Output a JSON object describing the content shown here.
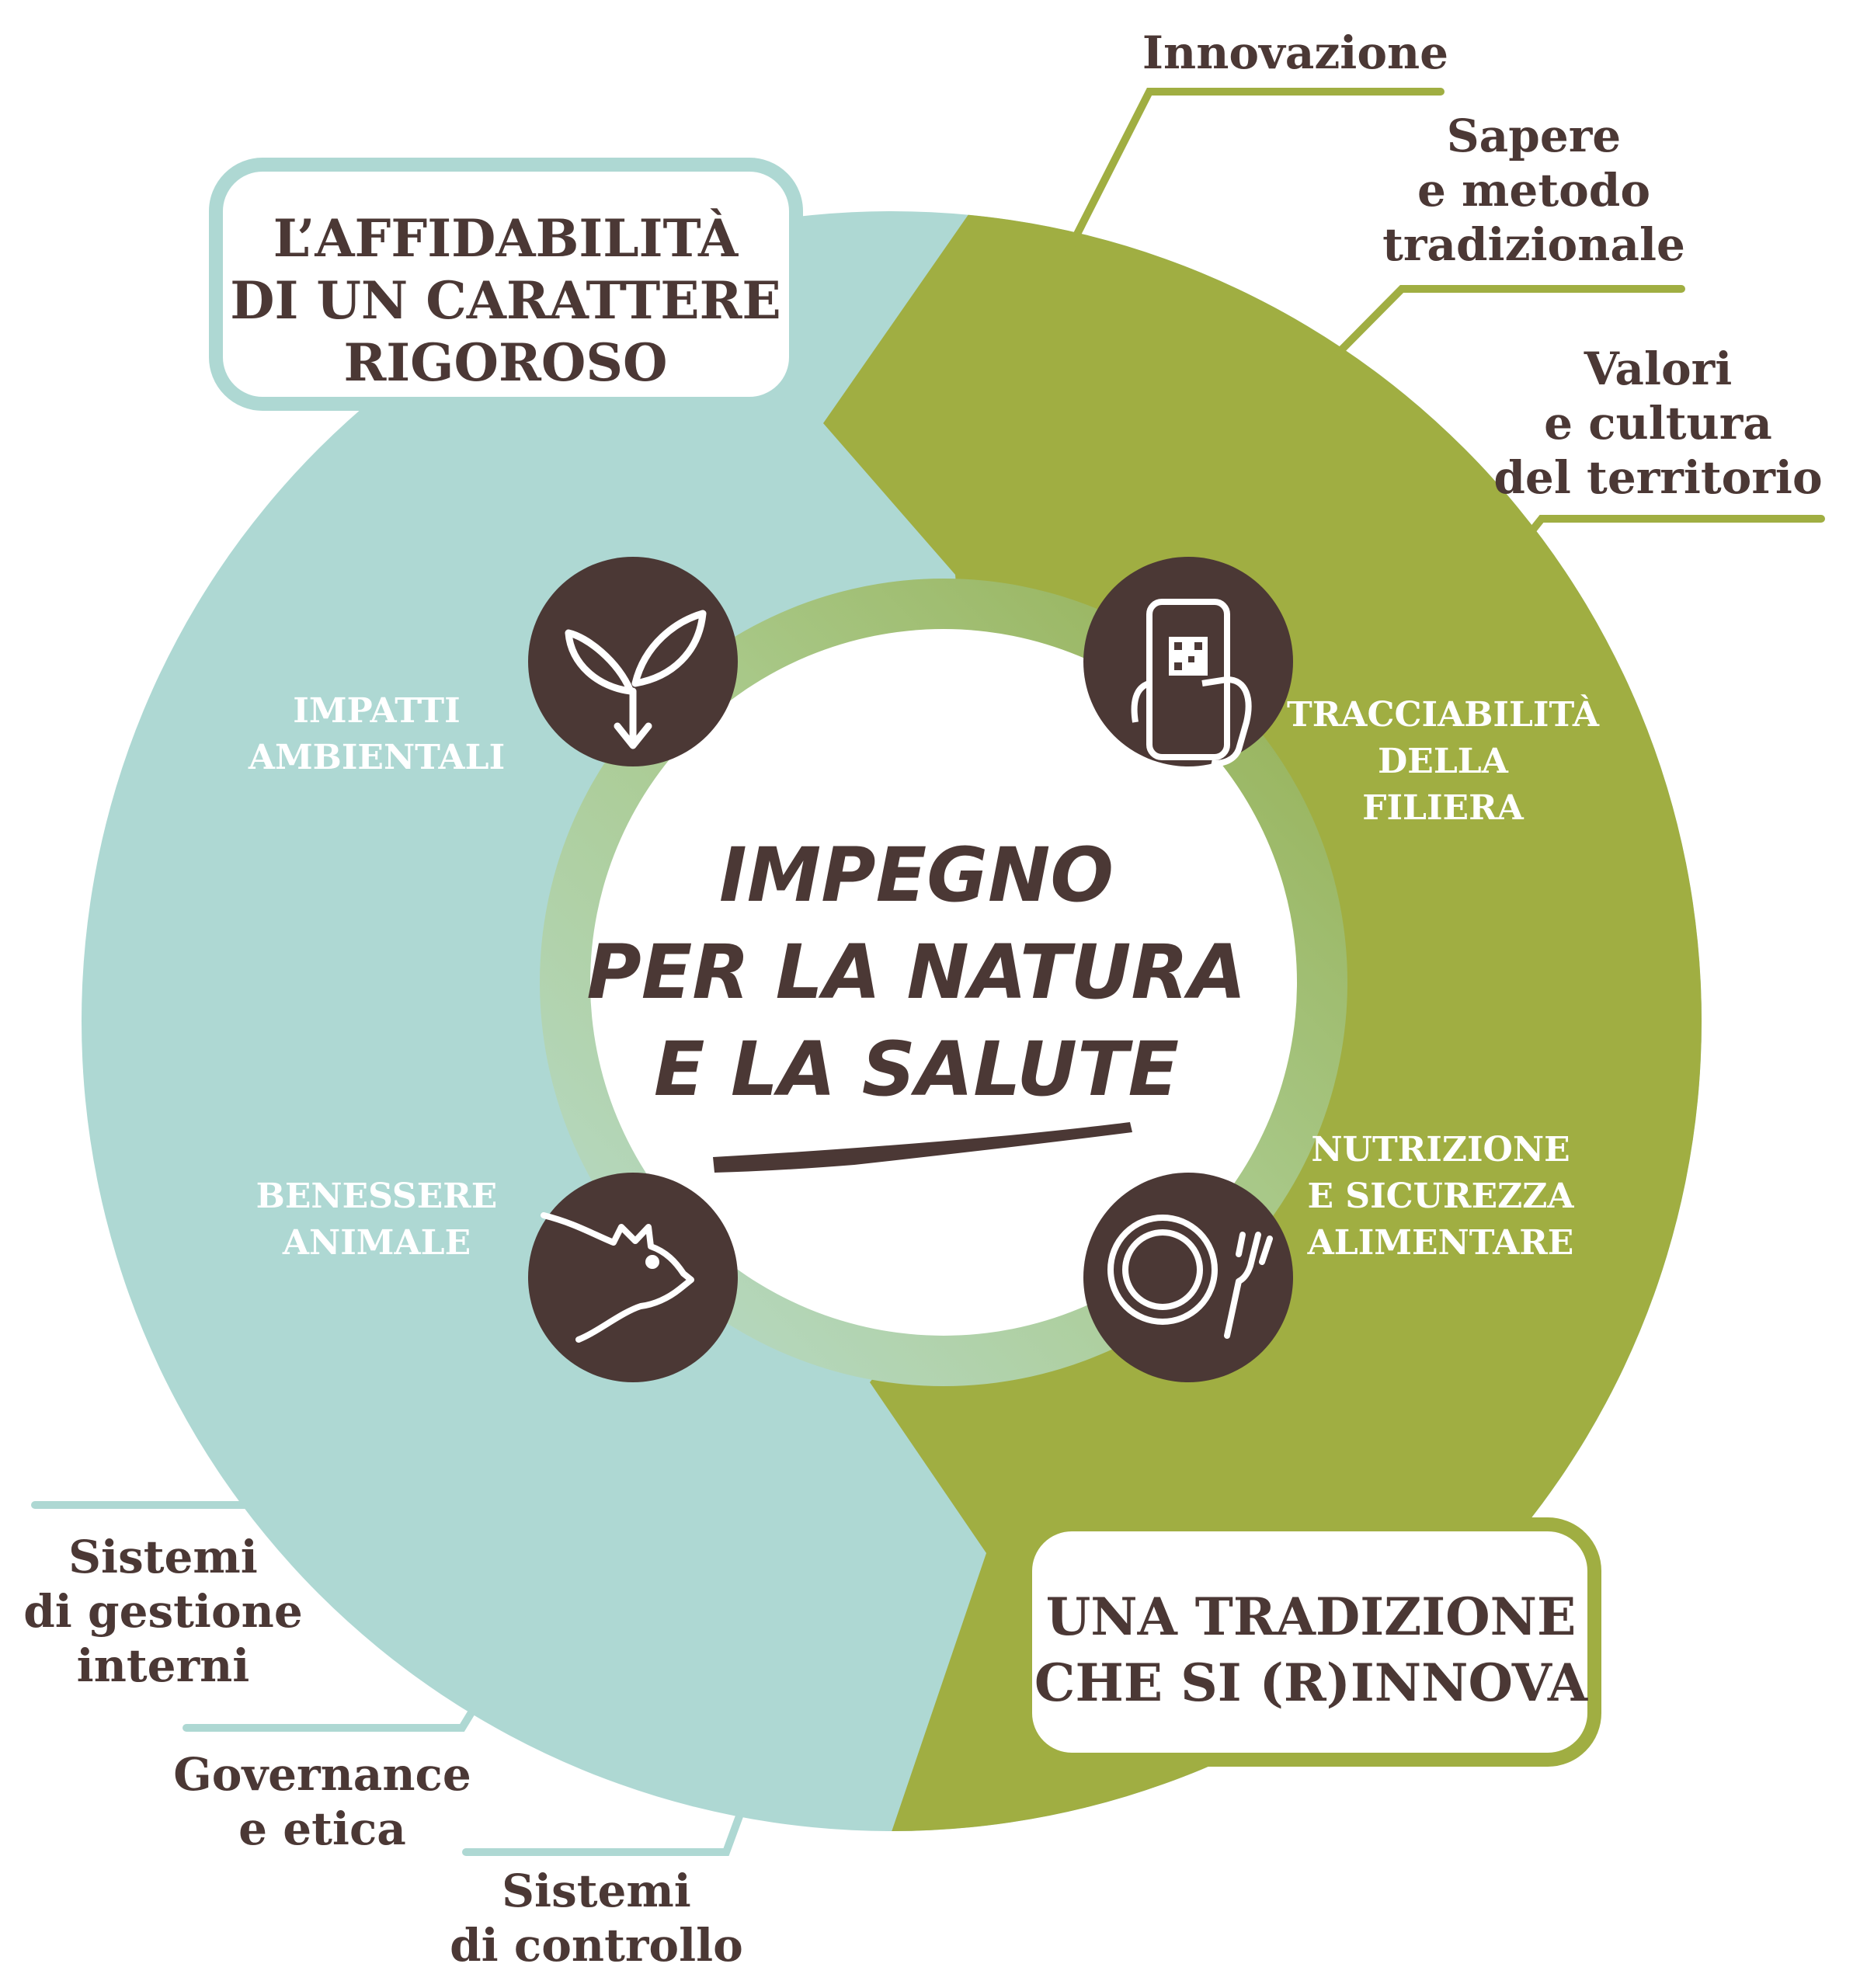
{
  "colors": {
    "teal": "#aed8d3",
    "green": "#a0ae42",
    "ring_green": "#9db55a",
    "ring_teal": "#b7d9c4",
    "dark_brown": "#4b3835",
    "white": "#ffffff"
  },
  "left_box": {
    "line1": "L’AFFIDABILITÀ",
    "line2": "DI UN CARATTERE",
    "line3": "RIGOROSO"
  },
  "right_box": {
    "line1": "UNA TRADIZIONE",
    "line2": "CHE SI (R)INNOVA"
  },
  "center": {
    "line1": "IMPEGNO",
    "line2": "PER LA NATURA",
    "line3": "E LA SALUTE"
  },
  "pillars": {
    "impatti": {
      "line1": "IMPATTI",
      "line2": "AMBIENTALI",
      "icon": "sprout-icon"
    },
    "tracciabilita": {
      "line1": "TRACCIABILITÀ",
      "line2": "DELLA",
      "line3": "FILIERA",
      "icon": "smartphone-qr-icon"
    },
    "nutrizione": {
      "line1": "NUTRIZIONE",
      "line2": "E SICUREZZA",
      "line3": "ALIMENTARE",
      "icon": "plate-fork-icon"
    },
    "benessere": {
      "line1": "BENESSERE",
      "line2": "ANIMALE",
      "icon": "pig-icon"
    }
  },
  "callouts_right": {
    "innovazione": {
      "line1": "Innovazione"
    },
    "sapere": {
      "line1": "Sapere",
      "line2": "e metodo",
      "line3": "tradizionale"
    },
    "valori": {
      "line1": "Valori",
      "line2": "e cultura",
      "line3": "del territorio"
    }
  },
  "callouts_left": {
    "sistemi_gestione": {
      "line1": "Sistemi",
      "line2": "di gestione",
      "line3": "interni"
    },
    "governance": {
      "line1": "Governance",
      "line2": "e etica"
    },
    "sistemi_controllo": {
      "line1": "Sistemi",
      "line2": "di controllo"
    }
  }
}
